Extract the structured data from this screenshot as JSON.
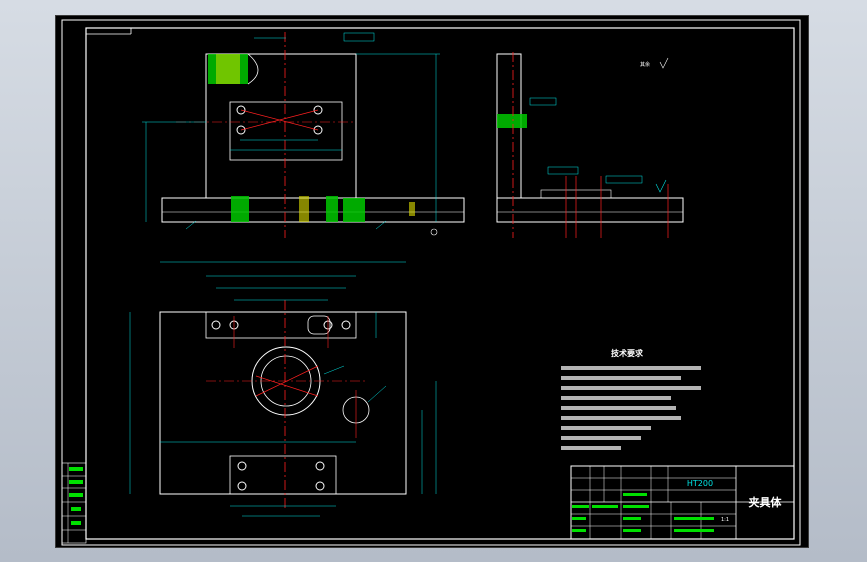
{
  "drawing": {
    "title_block": {
      "material": "HT200",
      "part_name": "夹具体",
      "scale": "1:1"
    },
    "tech_requirements": {
      "heading": "技术要求"
    },
    "surface_finish_note": "其余"
  },
  "colors": {
    "background": "#000000",
    "outline": "#ffffff",
    "centerline": "#ff2020",
    "dimension": "#00e5e5",
    "section": "#00e000",
    "hatch_fill": "#d8d800"
  }
}
